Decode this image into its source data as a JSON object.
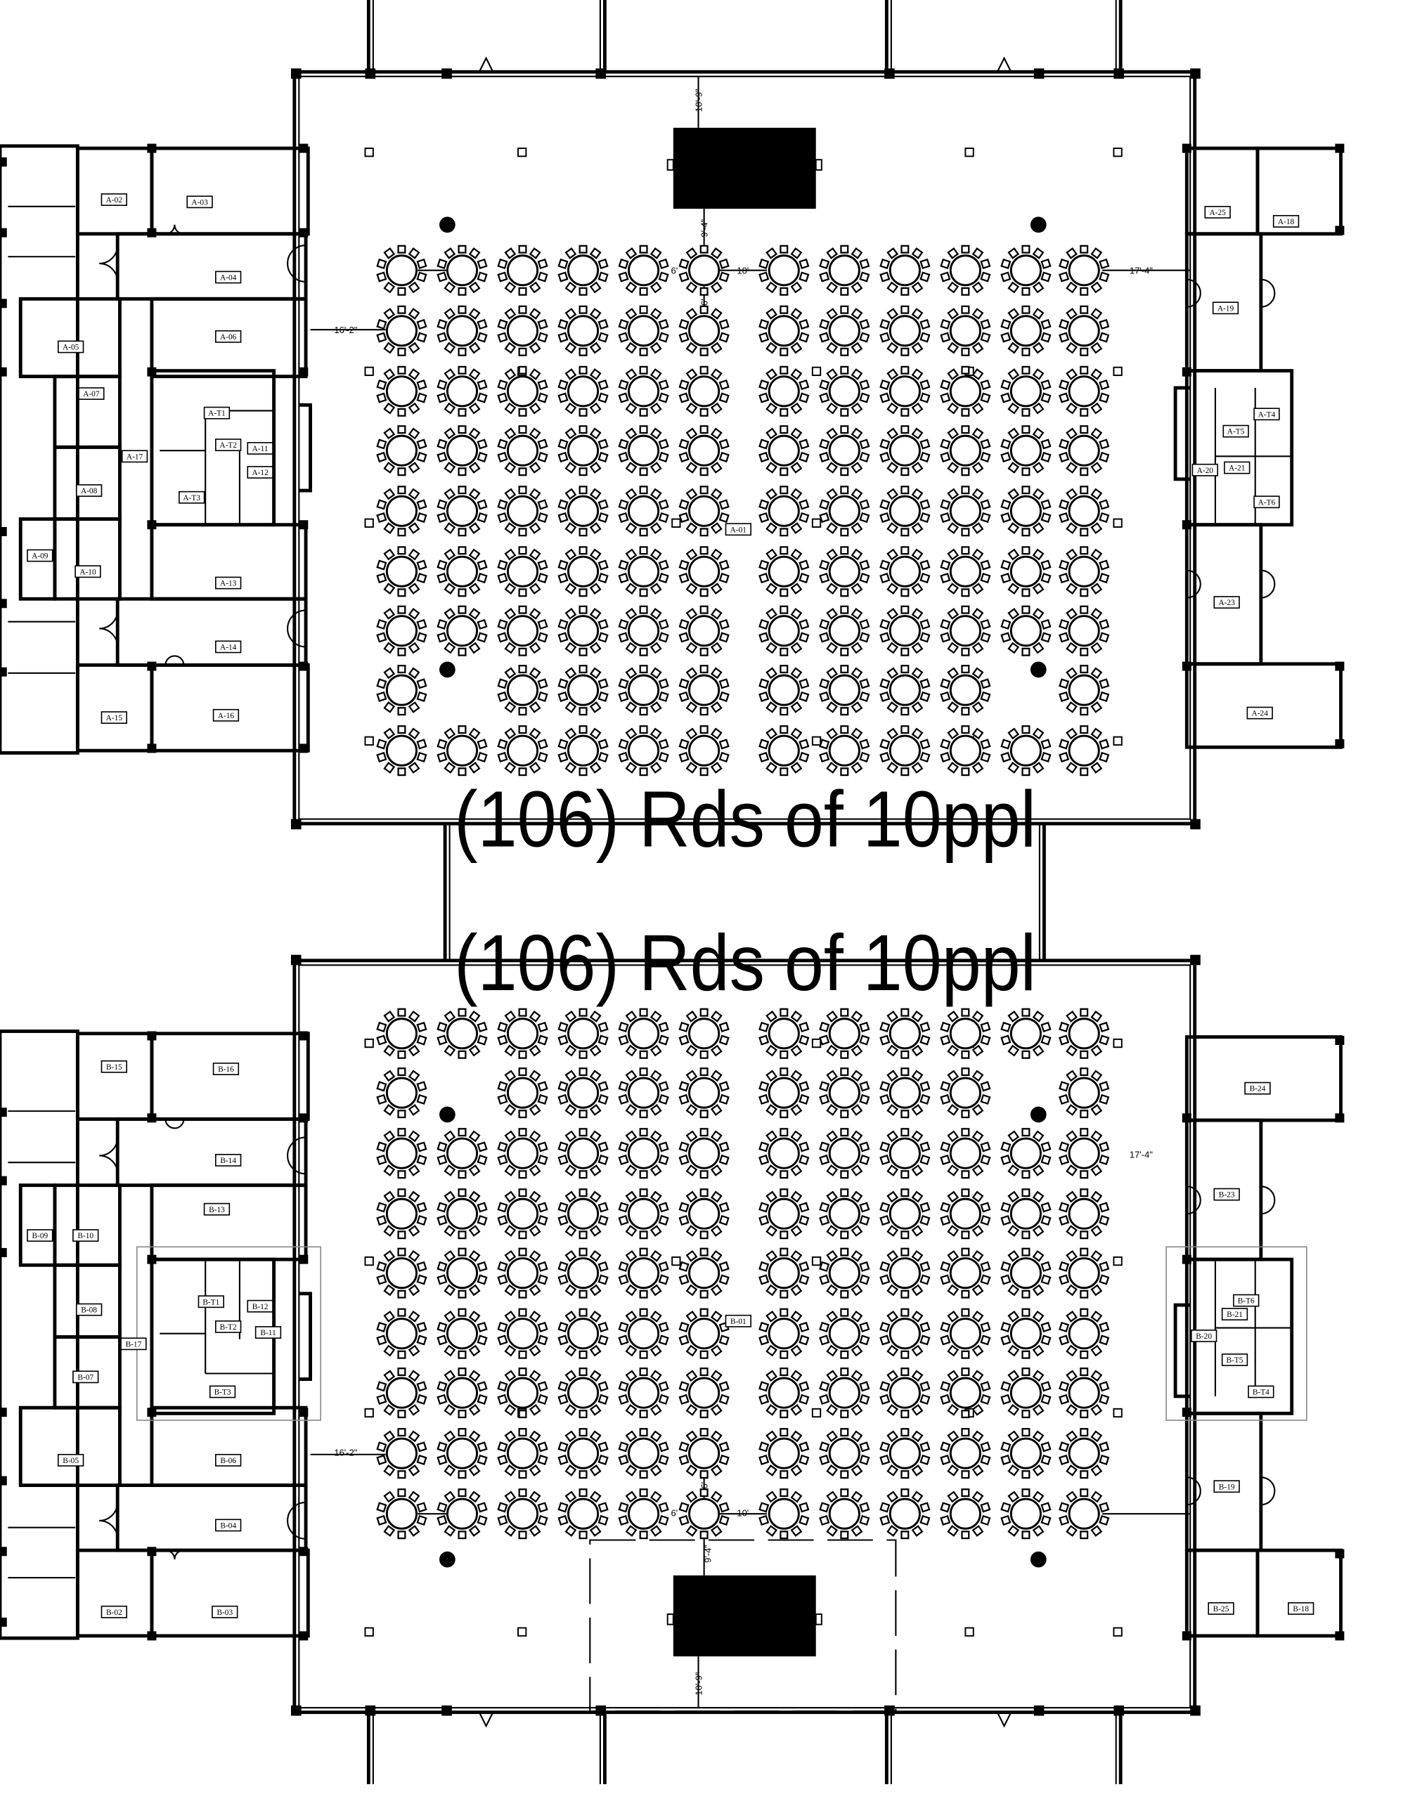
{
  "halls": [
    {
      "id": "A",
      "caption": "(106) Rds of 10ppl",
      "table_count": 106,
      "seats_per_table": 10,
      "grid_rows": 9,
      "grid_cols": 12,
      "omitted_tables": [
        {
          "row": 8,
          "col": 2
        },
        {
          "row": 8,
          "col": 11
        }
      ],
      "center_label": "A-01",
      "rooms": [
        "A-02",
        "A-03",
        "A-04",
        "A-05",
        "A-06",
        "A-07",
        "A-T1",
        "A-T2",
        "A-11",
        "A-12",
        "A-17",
        "A-08",
        "A-T3",
        "A-09",
        "A-10",
        "A-13",
        "A-14",
        "A-15",
        "A-16",
        "A-25",
        "A-18",
        "A-19",
        "A-T4",
        "A-T5",
        "A-20",
        "A-21",
        "A-T6",
        "A-23",
        "A-24"
      ],
      "dimensions": {
        "stage_to_wall": "10'-9\"",
        "stage_to_tables": "9'-4\"",
        "table_gap": "6'",
        "row_gap": "6'",
        "aisle": "10'",
        "right_clearance": "17'-4\"",
        "left_clearance": "16'-2\""
      }
    },
    {
      "id": "B",
      "caption": "(106) Rds of 10ppl",
      "table_count": 106,
      "seats_per_table": 10,
      "grid_rows": 9,
      "grid_cols": 12,
      "omitted_tables": [
        {
          "row": 2,
          "col": 2
        },
        {
          "row": 2,
          "col": 11
        }
      ],
      "center_label": "B-01",
      "rooms": [
        "B-15",
        "B-16",
        "B-14",
        "B-13",
        "B-09",
        "B-10",
        "B-08",
        "B-T1",
        "B-T2",
        "B-11",
        "B-12",
        "B-17",
        "B-07",
        "B-T3",
        "B-05",
        "B-06",
        "B-04",
        "B-02",
        "B-03",
        "B-24",
        "B-23",
        "B-T6",
        "B-21",
        "B-20",
        "B-T5",
        "B-T4",
        "B-19",
        "B-25",
        "B-18"
      ],
      "dimensions": {
        "stage_to_wall": "10'-9\"",
        "stage_to_tables": "9'-4\"",
        "table_gap": "6'",
        "row_gap": "6'",
        "aisle": "10'",
        "right_clearance": "17'-4\"",
        "left_clearance": "16'-2\""
      }
    }
  ]
}
